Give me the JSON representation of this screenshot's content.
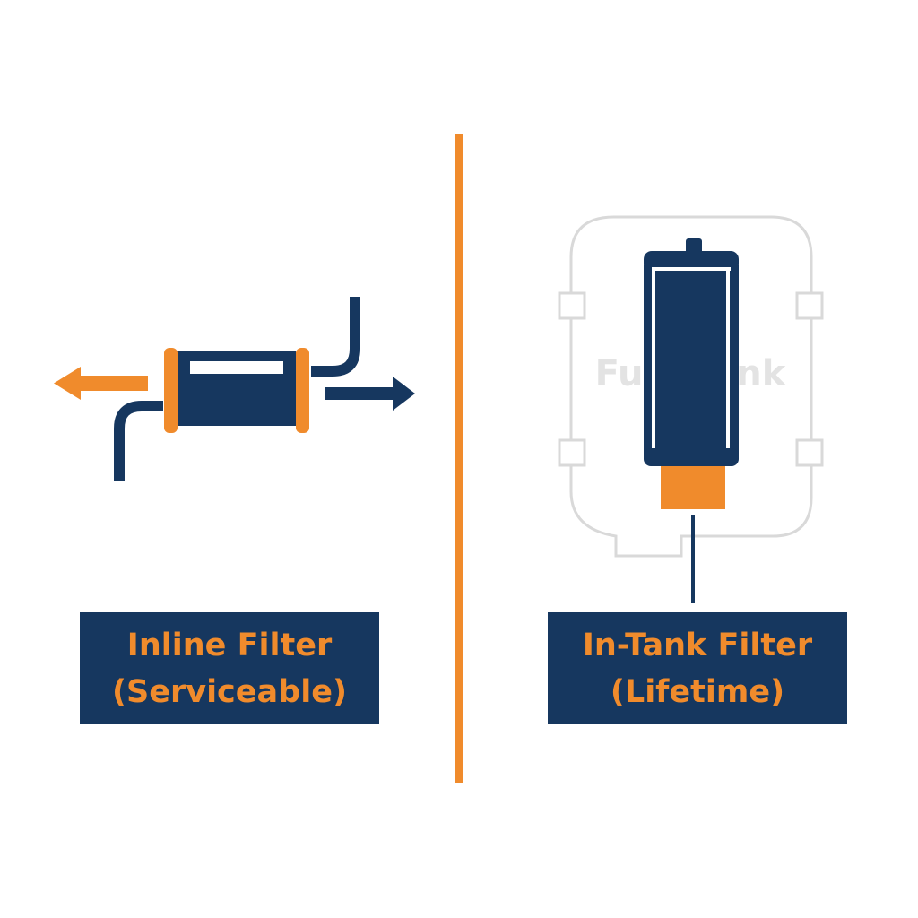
{
  "colors": {
    "navy": "#16375f",
    "orange": "#f08b2c",
    "tank_outline": "#d9d9d9",
    "tank_text": "#e3e3e3",
    "background": "#ffffff"
  },
  "left_panel": {
    "label_line1": "Inline Filter",
    "label_line2": "(Serviceable)",
    "icon": "inline-fuel-filter-icon"
  },
  "right_panel": {
    "tank_text": "Fuel Tank",
    "label_line1": "In-Tank Filter",
    "label_line2": "(Lifetime)",
    "icon": "in-tank-fuel-filter-icon"
  }
}
